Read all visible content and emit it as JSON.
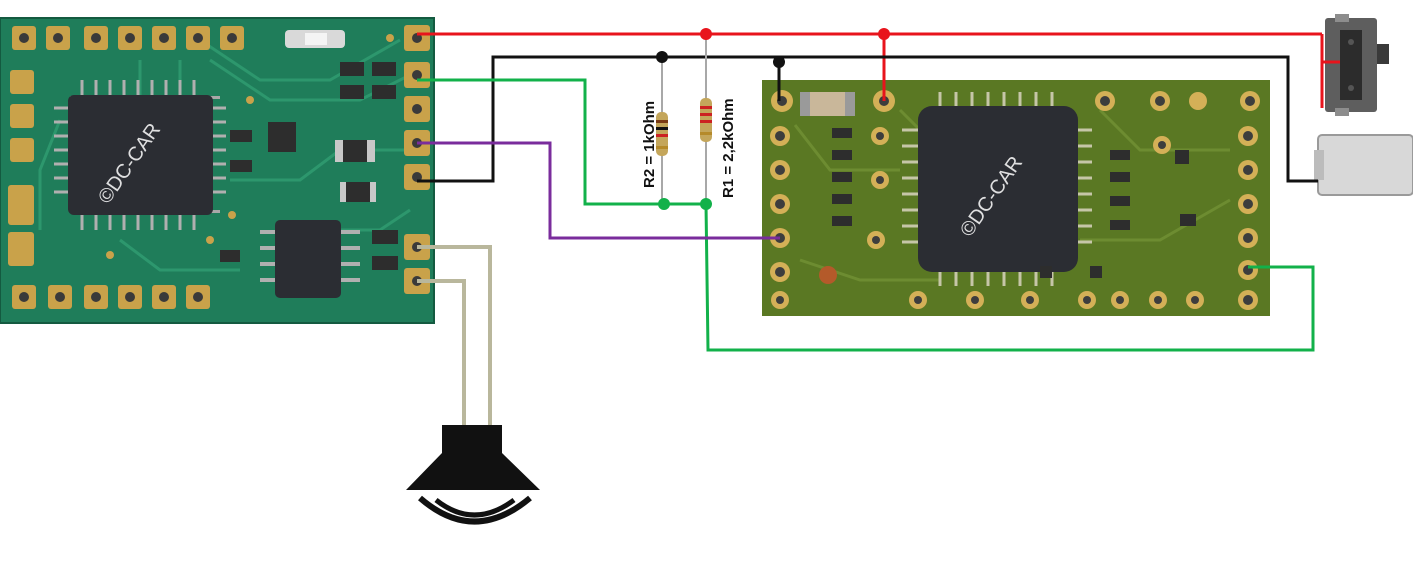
{
  "colors": {
    "pcb_left": "#1e7a58",
    "pcb_right": "#5c7a22",
    "wire_red": "#e8141c",
    "wire_black": "#111111",
    "wire_green": "#12b14a",
    "wire_purple": "#7a2c9c",
    "wire_speaker": "#b9b79c",
    "pad_gold": "#c9a24a",
    "chip": "#2b2d33"
  },
  "labels": {
    "watermark_left": "©DC-CAR",
    "watermark_right": "©DC-CAR",
    "r2": "R2 = 1kOhm",
    "r1": "R1 = 2,2kOhm"
  },
  "icons": {
    "speaker": "speaker-icon",
    "switch": "slide-switch-icon",
    "battery": "battery-icon"
  }
}
